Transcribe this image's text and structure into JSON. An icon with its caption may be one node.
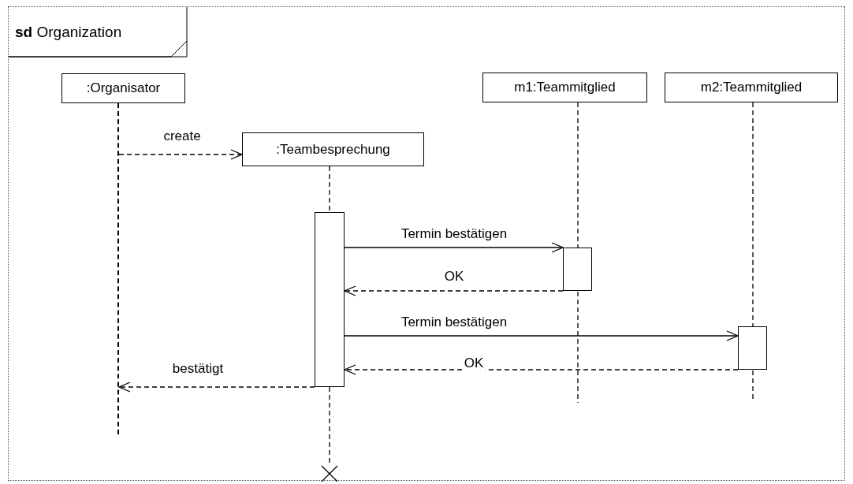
{
  "diagram": {
    "nodes": [
      {
        "text": [
          "**sd** Organization"
        ]
      },
      {
        "text": [
          ":Organisator"
        ],
        "in": 0
      },
      {
        "text": [
          ":Teambesprechung"
        ],
        "in": 0
      },
      {
        "text": [
          "m1:Teammitglied"
        ],
        "in": 0
      },
      {
        "text": [
          "m2:Teammitglied"
        ],
        "in": 0
      },
      {
        "text": [],
        "shape": "bar",
        "in": 0
      },
      {
        "text": [],
        "shape": "bar",
        "in": 0
      },
      {
        "text": [],
        "shape": "bar",
        "in": 0
      },
      {
        "text": [],
        "shape": "line",
        "in": 0
      }
    ],
    "edges": [
      {
        "from": 8,
        "to": 2,
        "arrow": "to",
        "label": "create",
        "style": "dashed"
      },
      {
        "from": 5,
        "to": 6,
        "arrow": "to",
        "label": "Termin bestätigen"
      },
      {
        "from": 6,
        "to": 5,
        "arrow": "to",
        "label": "OK",
        "style": "dashed"
      },
      {
        "from": 5,
        "to": 7,
        "arrow": "to",
        "label": "Termin bestätigen"
      },
      {
        "from": 7,
        "to": 5,
        "arrow": "to",
        "label": "OK",
        "style": "dashed"
      },
      {
        "from": 5,
        "to": 8,
        "arrow": "to",
        "label": "bestätigt",
        "style": "dashed"
      }
    ]
  }
}
